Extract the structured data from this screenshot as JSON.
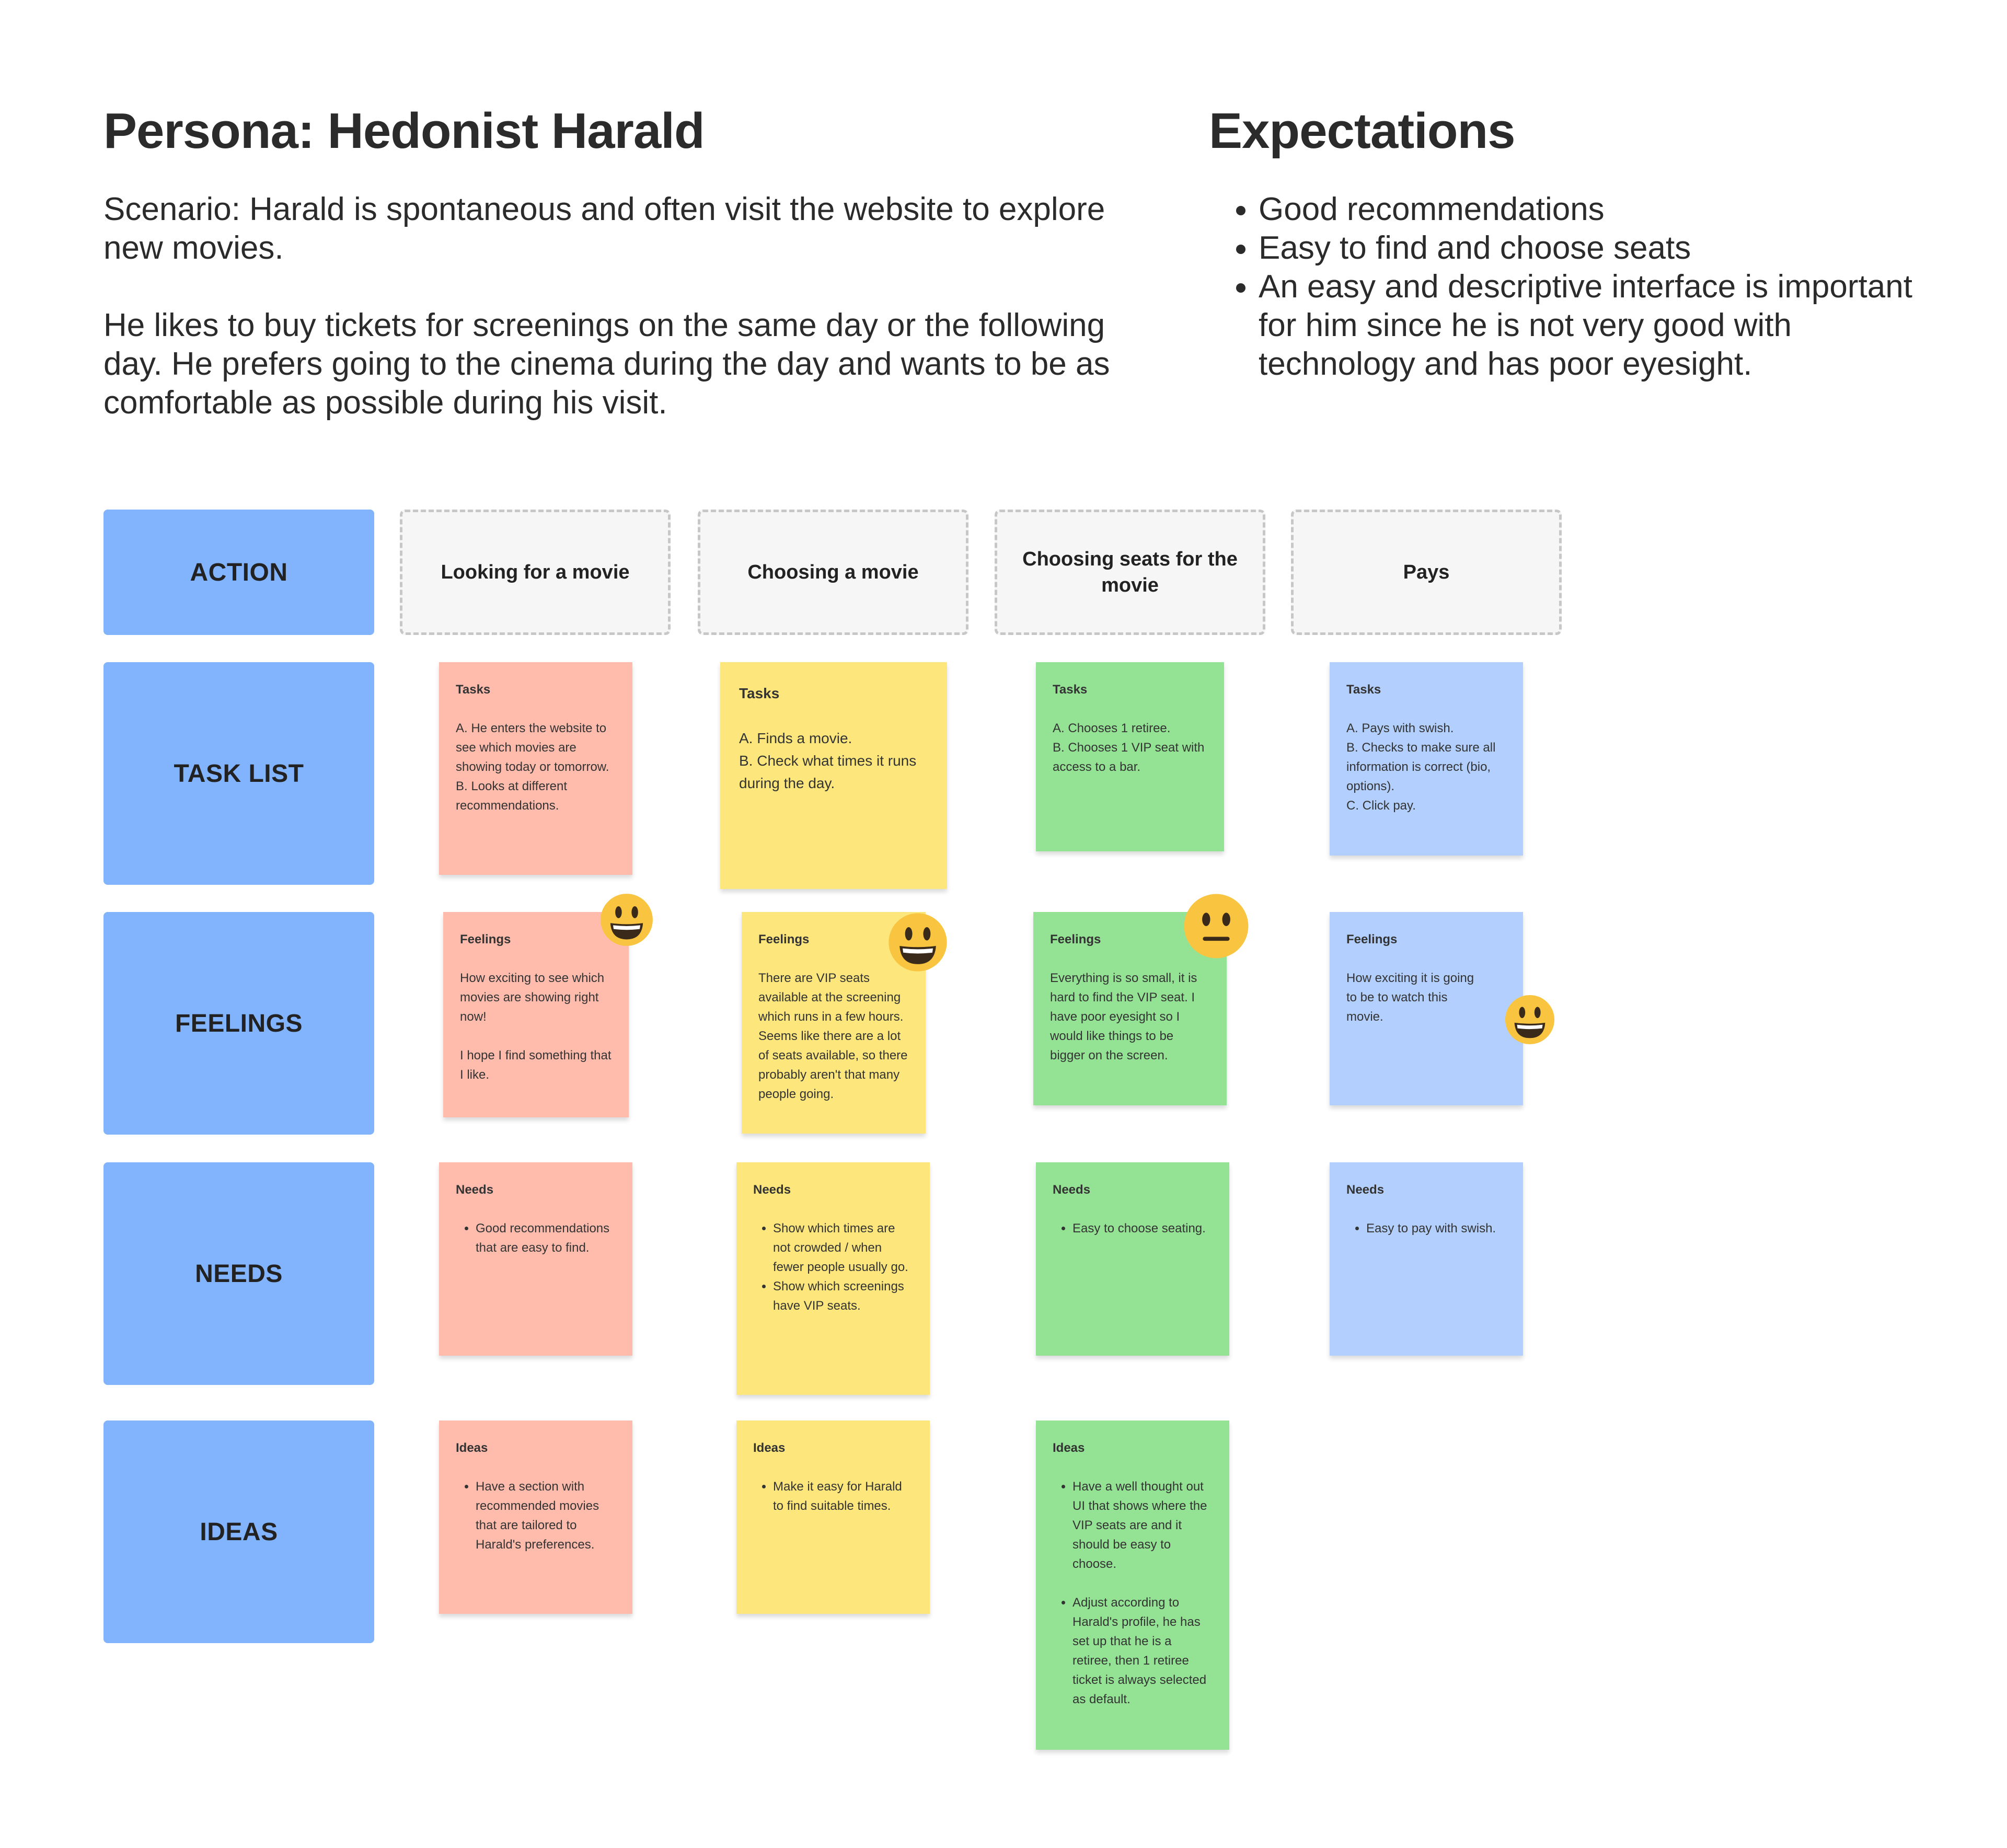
{
  "persona": {
    "title": "Persona: Hedonist Harald",
    "paragraphs": [
      "Scenario: Harald is spontaneous and often visit the website to explore new movies.",
      "He likes to buy tickets for screenings on the same day or the following day. He prefers going to the cinema during the day and wants to be as comfortable as possible during his visit."
    ]
  },
  "expectations": {
    "title": "Expectations",
    "items": [
      "Good recommendations",
      "Easy to find and choose seats",
      "An easy and descriptive interface is important for him since he is not very good with technology and has poor eyesight."
    ]
  },
  "row_labels": [
    "ACTION",
    "TASK LIST",
    "FEELINGS",
    "NEEDS",
    "IDEAS"
  ],
  "column_headers": [
    "Looking for a movie",
    "Choosing a movie",
    "Choosing seats for the movie",
    "Pays"
  ],
  "notes": {
    "tasks": [
      {
        "title": "Tasks",
        "lines": [
          "A. He enters the website to see which movies are showing today or tomorrow.",
          "B. Looks at different recommendations."
        ]
      },
      {
        "title": "Tasks",
        "lines": [
          "A. Finds a movie.",
          "B. Check what times it runs during the day."
        ]
      },
      {
        "title": "Tasks",
        "lines": [
          "A. Chooses 1 retiree.",
          "B. Chooses 1 VIP seat with access to a bar."
        ]
      },
      {
        "title": "Tasks",
        "lines": [
          "A. Pays with swish.",
          "B. Checks to make sure all information is correct (bio, options).",
          "C. Click pay."
        ]
      }
    ],
    "feelings": [
      {
        "title": "Feelings",
        "paragraphs": [
          "How exciting to see which movies are showing right now!",
          "I hope I find something that I like."
        ],
        "emoji": "grinning-face-icon"
      },
      {
        "title": "Feelings",
        "paragraphs": [
          "There are VIP seats available at the screening which runs in a few hours. Seems like there are a lot of seats available, so there probably aren't that many people going."
        ],
        "emoji": "grinning-face-icon"
      },
      {
        "title": "Feelings",
        "paragraphs": [
          "Everything is so small, it is hard to find the VIP seat. I have poor eyesight so I would like things to be bigger on the screen."
        ],
        "emoji": "neutral-face-icon"
      },
      {
        "title": "Feelings",
        "paragraphs": [
          "How exciting it is going to be to watch this movie."
        ],
        "emoji": "grinning-face-icon"
      }
    ],
    "needs": [
      {
        "title": "Needs",
        "items": [
          "Good recommendations that are easy to find."
        ]
      },
      {
        "title": "Needs",
        "items": [
          "Show which times are not crowded / when fewer people usually go.",
          "Show which screenings have VIP seats."
        ]
      },
      {
        "title": "Needs",
        "items": [
          "Easy to choose seating."
        ]
      },
      {
        "title": "Needs",
        "items": [
          "Easy to pay with swish."
        ]
      }
    ],
    "ideas": [
      {
        "title": "Ideas",
        "items": [
          "Have a section with recommended movies that are tailored to Harald's preferences."
        ]
      },
      {
        "title": "Ideas",
        "items": [
          "Make it easy for Harald to find suitable times."
        ]
      },
      {
        "title": "Ideas",
        "items": [
          "Have a well thought out UI that shows where the VIP seats are and it should be easy to choose.",
          "Adjust according to Harald's profile, he has set up that he is a retiree, then 1 retiree ticket is always selected as default."
        ]
      }
    ]
  },
  "colors": {
    "row_label": "#82b3fd",
    "column_header_bg": "#f6f6f6",
    "sticky_red": "#ffbcad",
    "sticky_yellow": "#fde77c",
    "sticky_green": "#94e394",
    "sticky_blue": "#b2cffe",
    "emoji_yellow": "#f9c440"
  }
}
